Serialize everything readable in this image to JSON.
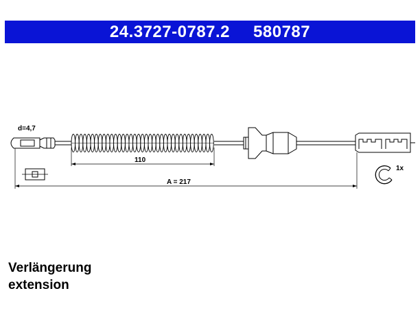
{
  "header": {
    "part_number": "24.3727-0787.2",
    "ref_number": "580787",
    "background_color": "#0a14d6"
  },
  "drawing": {
    "diameter_label": "d=4,7",
    "spring_length_label": "110",
    "total_length_label": "A = 217",
    "clip_quantity_label": "1x"
  },
  "captions": {
    "german": "Verlängerung",
    "english": "extension"
  }
}
